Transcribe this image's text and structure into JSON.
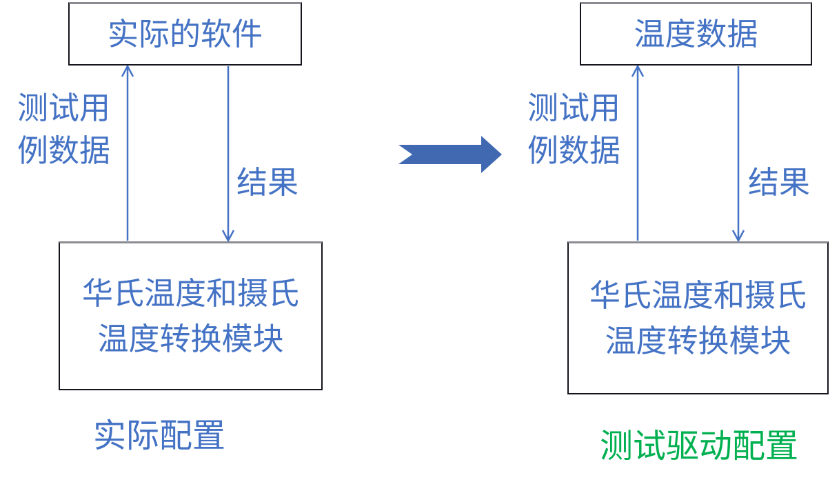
{
  "diagram": {
    "left": {
      "top_box_label": "实际的软件",
      "bottom_box_line1": "华氏温度和摄氏",
      "bottom_box_line2": "温度转换模块",
      "input_label_line1": "测试用",
      "input_label_line2": "例数据",
      "output_label": "结果",
      "caption": "实际配置"
    },
    "right": {
      "top_box_label": "温度数据",
      "bottom_box_line1": "华氏温度和摄氏",
      "bottom_box_line2": "温度转换模块",
      "input_label_line1": "测试用",
      "input_label_line2": "例数据",
      "output_label": "结果",
      "caption": "测试驱动配置"
    },
    "colors": {
      "text_blue": "#4472C4",
      "connector_blue": "#4472C4",
      "transform_arrow_fill": "#4169B1",
      "caption_green": "#00B050",
      "box_border_dark": "#14141d",
      "box_border_gray": "#8b8b94",
      "background": "#ffffff"
    }
  }
}
